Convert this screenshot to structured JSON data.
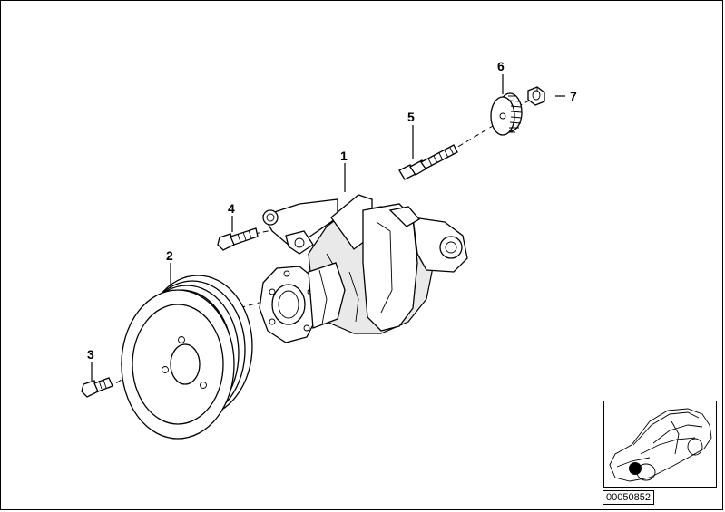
{
  "callouts": [
    {
      "id": "1",
      "text": "1"
    },
    {
      "id": "2",
      "text": "2"
    },
    {
      "id": "3",
      "text": "3"
    },
    {
      "id": "4",
      "text": "4"
    },
    {
      "id": "5",
      "text": "5"
    },
    {
      "id": "6",
      "text": "6"
    },
    {
      "id": "7",
      "text": "7"
    }
  ],
  "drawing_number": "00050852",
  "icons": {
    "pump": "power-steering-pump-icon",
    "pulley": "belt-pulley-icon",
    "bolt": "hex-bolt-icon",
    "stud": "threaded-stud-icon",
    "knurled_nut": "knurled-nut-icon",
    "nut": "hex-nut-icon",
    "car": "car-location-icon"
  }
}
